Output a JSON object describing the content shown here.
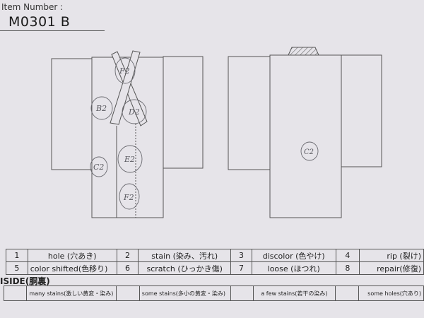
{
  "header": {
    "item_number_label": "Item Number :",
    "item_number": "M0301   B"
  },
  "front_marks": [
    "F2",
    "B2",
    "D2",
    "C2",
    "E2",
    "F2"
  ],
  "back_marks": [
    "C2"
  ],
  "legend": [
    [
      {
        "num": "1",
        "label": "hole (穴あき)"
      },
      {
        "num": "2",
        "label": "stain (染み、汚れ)"
      },
      {
        "num": "3",
        "label": "discolor (色やけ)"
      },
      {
        "num": "4",
        "label": "rip (裂け)"
      }
    ],
    [
      {
        "num": "5",
        "label": "color shifted(色移り)"
      },
      {
        "num": "6",
        "label": "scratch (ひっかき傷)"
      },
      {
        "num": "7",
        "label": "loose (ほつれ)"
      },
      {
        "num": "8",
        "label": "repair(修復)"
      }
    ]
  ],
  "inside": {
    "label": "ISIDE(胴裏)",
    "options": [
      "many stains(激しい黄変・染み)",
      "some stains(多小の黄変・染み)",
      "a few stains(若干の染み)",
      "some holes(穴あり)"
    ]
  },
  "colors": {
    "paper": "#e6e4e9",
    "line": "#555555",
    "pencil": "#6a6a70"
  }
}
